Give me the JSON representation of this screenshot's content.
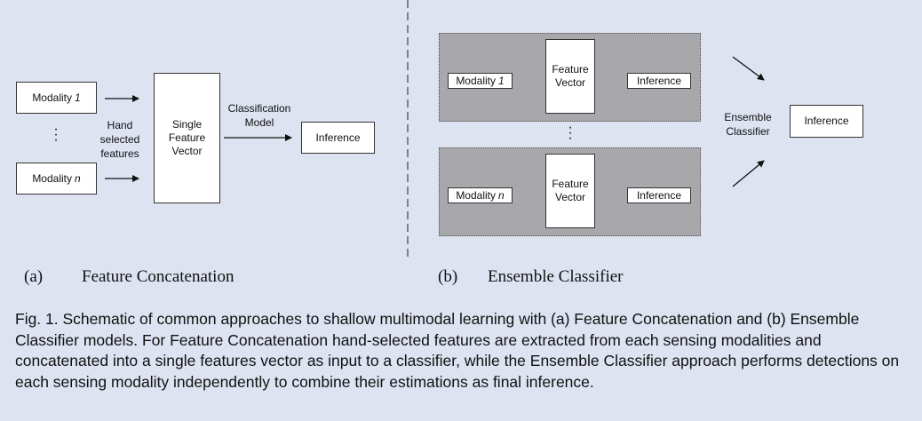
{
  "panel_a": {
    "modality_1": {
      "prefix": "Modality",
      "suffix": "1"
    },
    "modality_n": {
      "prefix": "Modality",
      "suffix": "n"
    },
    "hand_selected": [
      "Hand",
      "selected",
      "features"
    ],
    "single_feature_vector": [
      "Single",
      "Feature",
      "Vector"
    ],
    "classification_model": [
      "Classification",
      "Model"
    ],
    "inference": "Inference",
    "label_letter": "(a)",
    "label_title": "Feature Concatenation"
  },
  "panel_b": {
    "top": {
      "modality_prefix": "Modality",
      "modality_suffix": "1",
      "feature_vector": [
        "Feature",
        "Vector"
      ],
      "inference": "Inference"
    },
    "bottom": {
      "modality_prefix": "Modality",
      "modality_suffix": "n",
      "feature_vector": [
        "Feature",
        "Vector"
      ],
      "inference": "Inference"
    },
    "ensemble_classifier": [
      "Ensemble",
      "Classifier"
    ],
    "final_inference": "Inference",
    "label_letter": "(b)",
    "label_title": "Ensemble Classifier"
  },
  "caption": "Fig. 1.  Schematic of common approaches to shallow multimodal learning with (a) Feature Concatenation and (b) Ensemble Classifier models. For Feature Concatenation hand-selected features are extracted from each sensing modalities and concatenated into a single features vector as input to a classifier, while the Ensemble Classifier approach performs detections on each sensing modality independently to combine their estimations as final inference."
}
